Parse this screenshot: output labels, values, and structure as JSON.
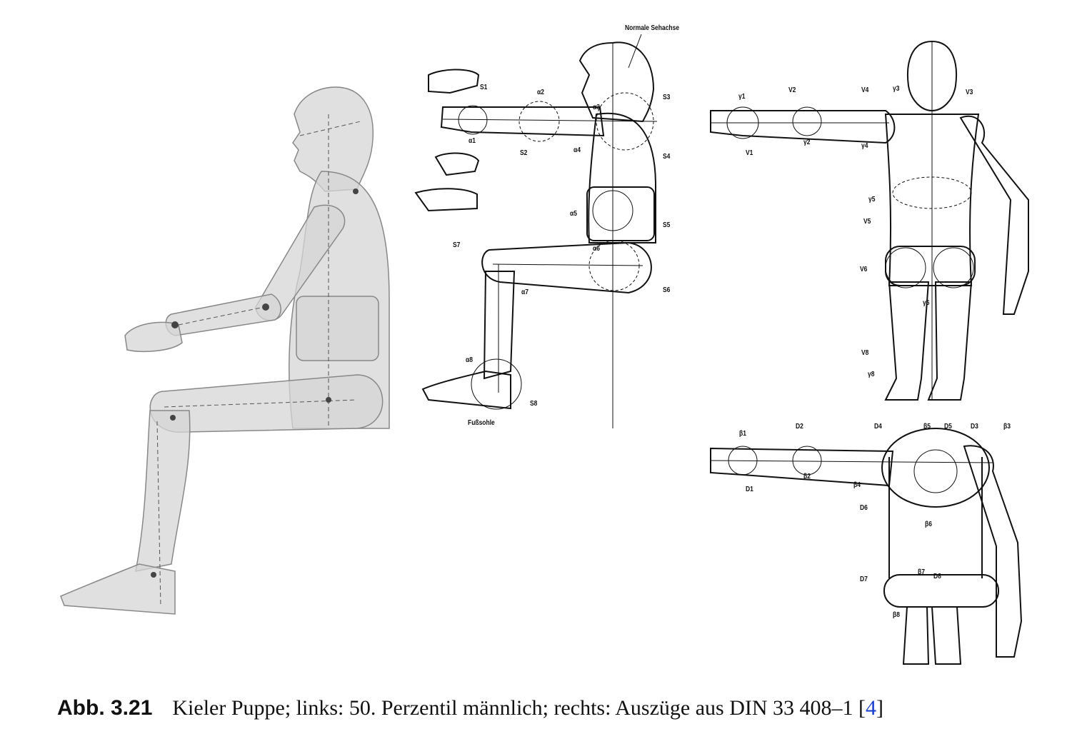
{
  "figure": {
    "number": "Abb. 3.21",
    "caption_text": "Kieler Puppe; links: 50. Perzentil männlich; rechts: Auszüge aus DIN 33 408–1 [",
    "caption_ref": "4",
    "caption_end": "]",
    "colors": {
      "text": "#111111",
      "link": "#1a3fd0",
      "mannequin": "#d8d8d8"
    }
  },
  "side_view": {
    "annotations": [
      "Normale Sehachse",
      "Fußsohle"
    ],
    "joints": [
      "S1",
      "S2",
      "S3",
      "S4",
      "S5",
      "S6",
      "S7",
      "S8"
    ],
    "angles": [
      "α1",
      "α2",
      "α3",
      "α4",
      "α5",
      "α6",
      "α7",
      "α8"
    ]
  },
  "front_view": {
    "joints": [
      "V1",
      "V2",
      "V3",
      "V4",
      "V5",
      "V6",
      "V8"
    ],
    "angles": [
      "γ1",
      "γ2",
      "γ3",
      "γ4",
      "γ5",
      "γ6",
      "γ8"
    ]
  },
  "top_view": {
    "joints": [
      "D1",
      "D2",
      "D3",
      "D4",
      "D5",
      "D6",
      "D7",
      "D8"
    ],
    "angles": [
      "β1",
      "β2",
      "β3",
      "β4",
      "β5",
      "β6",
      "β7",
      "β8"
    ]
  }
}
